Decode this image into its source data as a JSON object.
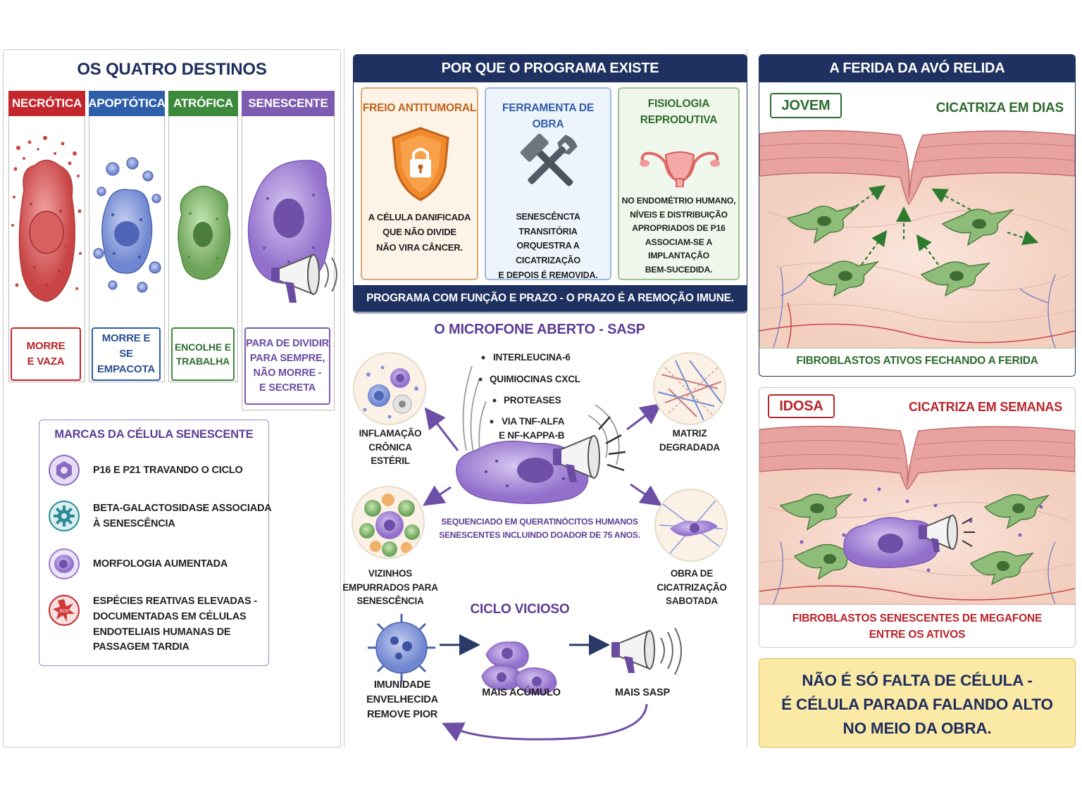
{
  "fates": {
    "title": "OS QUATRO DESTINOS",
    "columns": [
      {
        "name": "NECRÓTICA",
        "color": "#c3262c",
        "desc_lines": [
          "MORRE",
          "E VAZA"
        ]
      },
      {
        "name": "APOPTÓTICA",
        "color": "#2f5eaa",
        "desc_lines": [
          "MORRE E",
          "SE EMPACOTA"
        ]
      },
      {
        "name": "ATRÓFICA",
        "color": "#3e8a3c",
        "desc_lines": [
          "ENCOLHE E",
          "TRABALHA"
        ]
      },
      {
        "name": "SENESCENTE",
        "color": "#7d5bb0",
        "desc_lines": [
          "PARA DE DIVIDIR",
          "PARA SEMPRE,",
          "NÃO MORRE -",
          "E SECRETA"
        ]
      }
    ]
  },
  "marks": {
    "title": "MARCAS DA CÉLULA SENESCENTE",
    "items": [
      {
        "lines": [
          "p16 E p21 TRAVANDO O CICLO"
        ],
        "icon": "hexagon-lock-icon",
        "color": "#8a6ac0"
      },
      {
        "lines": [
          "BETA-GALACTOSIDASE ASSOCIADA",
          "À SENESCÊNCIA"
        ],
        "icon": "gear-icon",
        "color": "#2b8a96"
      },
      {
        "lines": [
          "MORFOLOGIA AUMENTADA"
        ],
        "icon": "enlarged-cell-icon",
        "color": "#9a7bcc"
      },
      {
        "lines": [
          "ESPÉCIES REATIVAS ELEVADAS -",
          "DOCUMENTADAS EM CÉLULAS",
          "ENDOTELIAIS HUMANAS DE",
          "PASSAGEM TARDIA"
        ],
        "icon": "ros-star-icon",
        "color": "#c3262c",
        "icon_text": "ROS"
      }
    ]
  },
  "why": {
    "title": "POR QUE O PROGRAMA EXISTE",
    "reasons": [
      {
        "title_lines": [
          "FREIO ANTITUMORAL"
        ],
        "text_lines": [
          "A CÉLULA DANIFICADA",
          "QUE NÃO DIVIDE",
          "NÃO VIRA CÂNCER."
        ],
        "icon": "shield-lock-icon",
        "color": "#c0621c"
      },
      {
        "title_lines": [
          "FERRAMENTA DE OBRA"
        ],
        "text_lines": [
          "SENESCÊNCTA TRANSITÓRIA",
          "ORQUESTRA A CICATRIZAÇÃO",
          "E DEPOIS É REMOVIDA."
        ],
        "icon": "wrench-hammer-icon",
        "color": "#2f5eaa"
      },
      {
        "title_lines": [
          "FISIOLOGIA",
          "REPRODUTIVA"
        ],
        "text_lines": [
          "NO ENDOMÉTRIO HUMANO,",
          "NÍVEIS E DISTRIBUIÇÃO",
          "APROPRIADOS DE p16",
          "ASSOCIAM-SE A",
          "IMPLANTAÇÃO",
          "BEM-SUCEDIDA."
        ],
        "icon": "uterus-icon",
        "color": "#3e8a3c"
      }
    ],
    "footer": "PROGRAMA COM FUNÇÃO E PRAZO - O PRAZO É A REMOÇÃO IMUNE."
  },
  "sasp": {
    "title": "O MICROFONE ABERTO - SASP",
    "factors": [
      "INTERLEUCINA-6",
      "QUIMIOCINAS CXCL",
      "PROTEASES",
      "VIA TNF-ALFA",
      "E NF-KAPPA-B"
    ],
    "effects": [
      {
        "lines": [
          "INFLAMAÇÃO",
          "CRÔNICA",
          "ESTÉRIL"
        ]
      },
      {
        "lines": [
          "MATRIZ",
          "DEGRADADA"
        ]
      },
      {
        "lines": [
          "VIZINHOS",
          "EMPURRADOS PARA",
          "SENESCÊNCIA"
        ]
      },
      {
        "lines": [
          "OBRA DE",
          "CICATRIZAÇÃO",
          "SABOTADA"
        ]
      }
    ],
    "note_lines": [
      "SEQUENCIADO EM QUERATINÓCITOS HUMANOS",
      "SENESCENTES INCLUINDO DOADOR DE 75 ANOS."
    ]
  },
  "cycle": {
    "title": "CICLO VICIOSO",
    "steps": [
      {
        "lines": [
          "IMUNIDADE",
          "ENVELHECIDA",
          "REMOVE PIOR"
        ]
      },
      {
        "lines": [
          "MAIS ACÚMULO"
        ]
      },
      {
        "lines": [
          "MAIS SASP"
        ]
      }
    ]
  },
  "wound": {
    "title": "A FERIDA DA AVÓ RELIDA",
    "young": {
      "badge": "JOVEM",
      "tag": "CICATRIZA EM DIAS",
      "caption": "FIBROBLASTOS ATIVOS FECHANDO A FERIDA",
      "color": "#2e6b2e"
    },
    "old": {
      "badge": "IDOSA",
      "tag": "CICATRIZA EM SEMANAS",
      "caption_lines": [
        "FIBROBLASTOS SENESCENTES DE MEGAFONE",
        "ENTRE OS ATIVOS"
      ],
      "color": "#b8242a"
    },
    "conclusion_lines": [
      "NÃO É SÓ FALTA DE CÉLULA -",
      "É CÉLULA PARADA FALANDO ALTO",
      "NO MEIO DA OBRA."
    ]
  }
}
